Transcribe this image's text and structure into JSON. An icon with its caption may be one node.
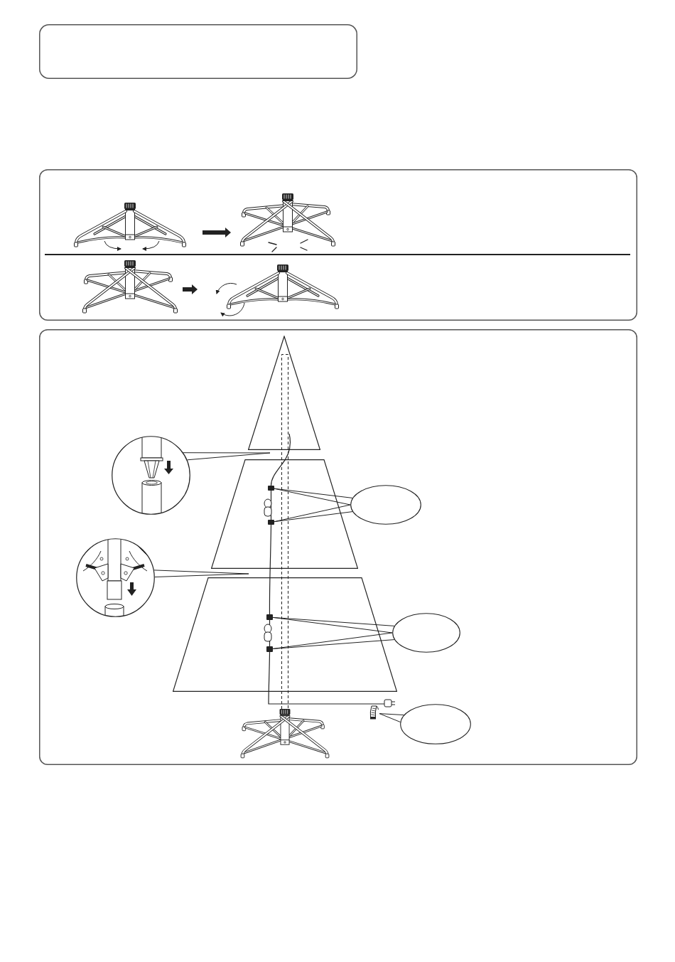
{
  "diagram": {
    "nodes": [
      {
        "text": [],
        "shape": "box"
      },
      {
        "text": [],
        "shape": "box"
      },
      {
        "text": [],
        "shape": "picture",
        "in": 1
      },
      {
        "text": [],
        "shape": "picture",
        "in": 1
      },
      {
        "text": [],
        "shape": "picture",
        "in": 1
      },
      {
        "text": [],
        "shape": "picture",
        "in": 1
      },
      {
        "text": [],
        "shape": "box"
      },
      {
        "text": [],
        "shape": "triangle",
        "in": 6
      },
      {
        "text": [],
        "shape": "trapezoid",
        "in": 6
      },
      {
        "text": [],
        "shape": "trapezoid",
        "in": 6
      },
      {
        "text": [],
        "shape": "picture",
        "in": 6
      },
      {
        "text": [],
        "shape": "circle",
        "in": 6
      },
      {
        "text": [],
        "shape": "circle",
        "in": 6
      },
      {
        "text": [],
        "shape": "ellipse",
        "in": 6
      },
      {
        "text": [],
        "shape": "ellipse",
        "in": 6
      },
      {
        "text": [],
        "shape": "ellipse",
        "in": 6
      },
      {
        "text": [],
        "shape": "box",
        "in": 8
      },
      {
        "text": [],
        "shape": "box",
        "in": 8
      },
      {
        "text": [],
        "shape": "box",
        "in": 9
      },
      {
        "text": [],
        "shape": "box",
        "in": 9
      },
      {
        "text": [],
        "shape": "picture",
        "in": 6
      }
    ],
    "edges": [
      {
        "from": 2,
        "to": 3,
        "arrow": "to",
        "style": "thick"
      },
      {
        "from": 4,
        "to": 5,
        "arrow": "to",
        "style": "thick"
      },
      {
        "from": 11,
        "to": null,
        "arrow": "none"
      },
      {
        "from": 12,
        "to": null,
        "arrow": "none"
      },
      {
        "from": 13,
        "to": 16,
        "arrow": "none"
      },
      {
        "from": 13,
        "to": 17,
        "arrow": "none"
      },
      {
        "from": 14,
        "to": 18,
        "arrow": "none"
      },
      {
        "from": 14,
        "to": 19,
        "arrow": "none"
      },
      {
        "from": 15,
        "to": 20,
        "arrow": "none"
      }
    ]
  }
}
